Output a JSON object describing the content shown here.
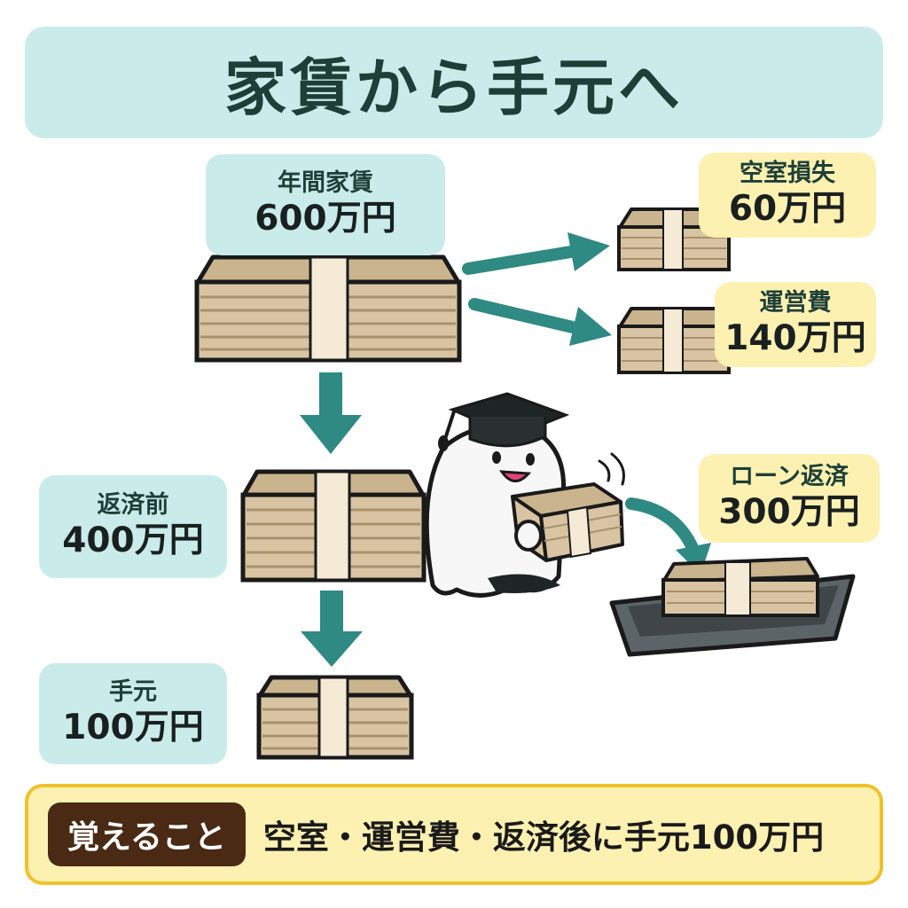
{
  "title": "家賃から手元へ",
  "nodes": {
    "annual_rent": {
      "label": "年間家賃",
      "value": "600万円"
    },
    "before_repayment": {
      "label": "返済前",
      "value": "400万円"
    },
    "on_hand": {
      "label": "手元",
      "value": "100万円"
    },
    "vacancy_loss": {
      "label": "空室損失",
      "value": "60万円"
    },
    "operating_cost": {
      "label": "運営費",
      "value": "140万円"
    },
    "loan_repayment": {
      "label": "ローン返済",
      "value": "300万円"
    }
  },
  "summary": {
    "tag": "覚えること",
    "text": "空室・運営費・返済後に手元100万円"
  },
  "colors": {
    "teal_box": "#c9ecea",
    "yellow_box": "#fdf1b1",
    "arrow": "#2e8a83",
    "money": "#d8c4a2",
    "band": "#f4ead6",
    "tray": "#5d6468"
  }
}
